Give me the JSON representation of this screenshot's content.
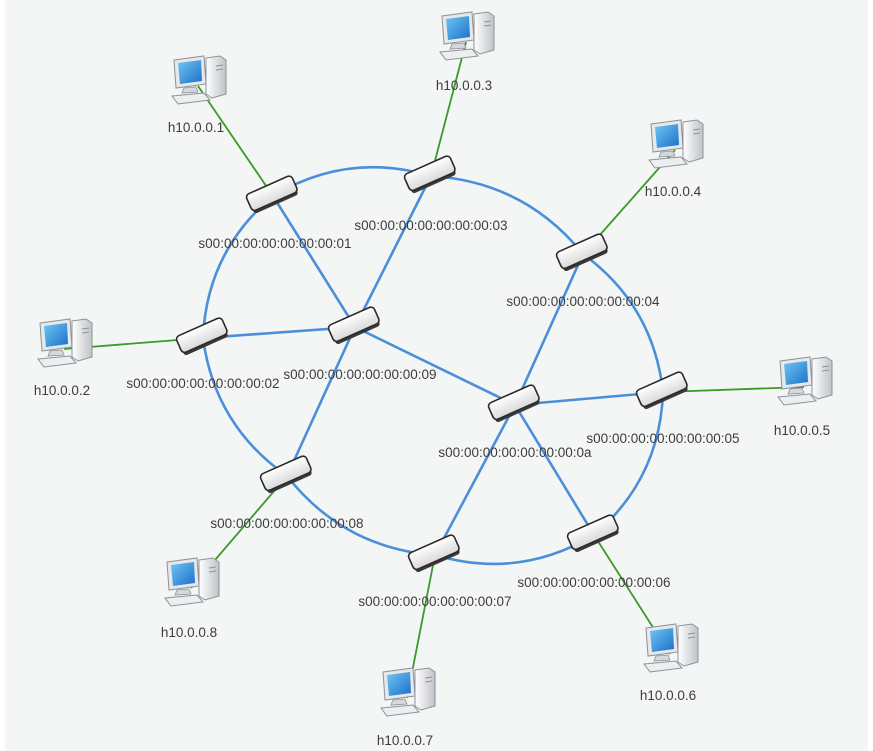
{
  "colors": {
    "canvas_bg": "#f4f5f5",
    "switch_link": "#4a8fd9",
    "host_link": "#3a9a2a",
    "label_text": "#3c3c3c"
  },
  "switches": [
    {
      "id": "s1",
      "label": "s00:00:00:00:00:00:00:01"
    },
    {
      "id": "s2",
      "label": "s00:00:00:00:00:00:00:02"
    },
    {
      "id": "s3",
      "label": "s00:00:00:00:00:00:00:03"
    },
    {
      "id": "s4",
      "label": "s00:00:00:00:00:00:00:04"
    },
    {
      "id": "s5",
      "label": "s00:00:00:00:00:00:00:05"
    },
    {
      "id": "s6",
      "label": "s00:00:00:00:00:00:00:06"
    },
    {
      "id": "s7",
      "label": "s00:00:00:00:00:00:00:07"
    },
    {
      "id": "s8",
      "label": "s00:00:00:00:00:00:00:08"
    },
    {
      "id": "s9",
      "label": "s00:00:00:00:00:00:00:09"
    },
    {
      "id": "sa",
      "label": "s00:00:00:00:00:00:00:0a"
    }
  ],
  "hosts": [
    {
      "id": "h1",
      "label": "h10.0.0.1"
    },
    {
      "id": "h2",
      "label": "h10.0.0.2"
    },
    {
      "id": "h3",
      "label": "h10.0.0.3"
    },
    {
      "id": "h4",
      "label": "h10.0.0.4"
    },
    {
      "id": "h5",
      "label": "h10.0.0.5"
    },
    {
      "id": "h6",
      "label": "h10.0.0.6"
    },
    {
      "id": "h7",
      "label": "h10.0.0.7"
    },
    {
      "id": "h8",
      "label": "h10.0.0.8"
    }
  ],
  "switch_links": [
    [
      "s1",
      "s3"
    ],
    [
      "s3",
      "s4"
    ],
    [
      "s4",
      "s5"
    ],
    [
      "s5",
      "s6"
    ],
    [
      "s6",
      "s7"
    ],
    [
      "s7",
      "s8"
    ],
    [
      "s8",
      "s2"
    ],
    [
      "s2",
      "s1"
    ],
    [
      "s1",
      "s9"
    ],
    [
      "s3",
      "s9"
    ],
    [
      "s2",
      "s9"
    ],
    [
      "s8",
      "s9"
    ],
    [
      "s9",
      "sa"
    ],
    [
      "sa",
      "s4"
    ],
    [
      "sa",
      "s5"
    ],
    [
      "sa",
      "s6"
    ],
    [
      "sa",
      "s7"
    ]
  ],
  "host_links": [
    [
      "h1",
      "s1"
    ],
    [
      "h2",
      "s2"
    ],
    [
      "h3",
      "s3"
    ],
    [
      "h4",
      "s4"
    ],
    [
      "h5",
      "s5"
    ],
    [
      "h6",
      "s6"
    ],
    [
      "h7",
      "s7"
    ],
    [
      "h8",
      "s8"
    ]
  ]
}
